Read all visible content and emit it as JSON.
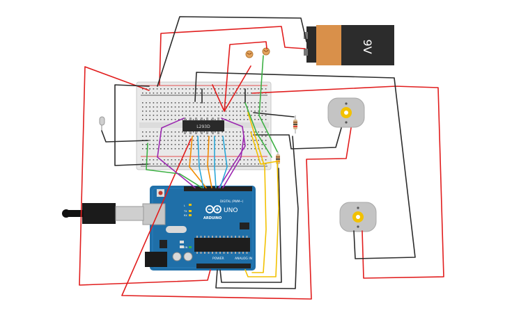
{
  "battery": {
    "label": "9V"
  },
  "driver_chip": {
    "label": "L293D"
  },
  "arduino": {
    "brand": "ARDUINO",
    "model": "UNO",
    "digital_header": "DIGITAL (PWM~)",
    "power_header": "POWER",
    "analog_header": "ANALOG IN",
    "tx_label": "TX",
    "rx_label": "RX",
    "l_label": "L",
    "on_label": "ON"
  },
  "colors": {
    "wire_red": "#e11d1d",
    "wire_black": "#2b2b2b",
    "wire_green": "#3cb043",
    "wire_yellow": "#f2c100",
    "wire_orange": "#f28c00",
    "wire_purple": "#9b27b0",
    "wire_blue": "#2aa7d8",
    "board_blue": "#1f6fa8"
  }
}
